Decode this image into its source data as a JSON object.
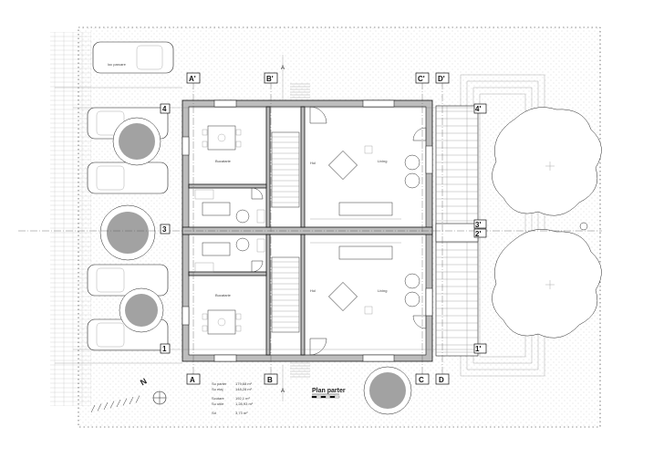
{
  "plan": {
    "title": "Plan parter",
    "grid_top": [
      "A'",
      "B'",
      "C'",
      "D'"
    ],
    "grid_bottom": [
      "A",
      "B",
      "C",
      "D"
    ],
    "grid_left": [
      "4",
      "3",
      "1"
    ],
    "grid_right": [
      "4'",
      "3'",
      "2'",
      "1'"
    ],
    "section_mark": "A",
    "north": "N",
    "parking_label": "loc parcare",
    "area_rows": [
      {
        "label": "Su parter",
        "value": "179,68 m²"
      },
      {
        "label": "Su etaj",
        "value": "148,28 m²"
      },
      {
        "label": "Scutare",
        "value": "192,1 m²"
      },
      {
        "label": "Su utile",
        "value": "1,28,93 m²"
      },
      {
        "label": "Sd",
        "value": "3,73 m²"
      }
    ],
    "rooms": [
      {
        "name": "Bucatarie",
        "spot": "kitchen-top"
      },
      {
        "name": "Living",
        "spot": "living-top"
      },
      {
        "name": "Hol",
        "spot": "hall-top"
      },
      {
        "name": "Bucatarie",
        "spot": "kitchen-bottom"
      },
      {
        "name": "Living",
        "spot": "living-bottom"
      },
      {
        "name": "Hol",
        "spot": "hall-bottom"
      }
    ]
  }
}
